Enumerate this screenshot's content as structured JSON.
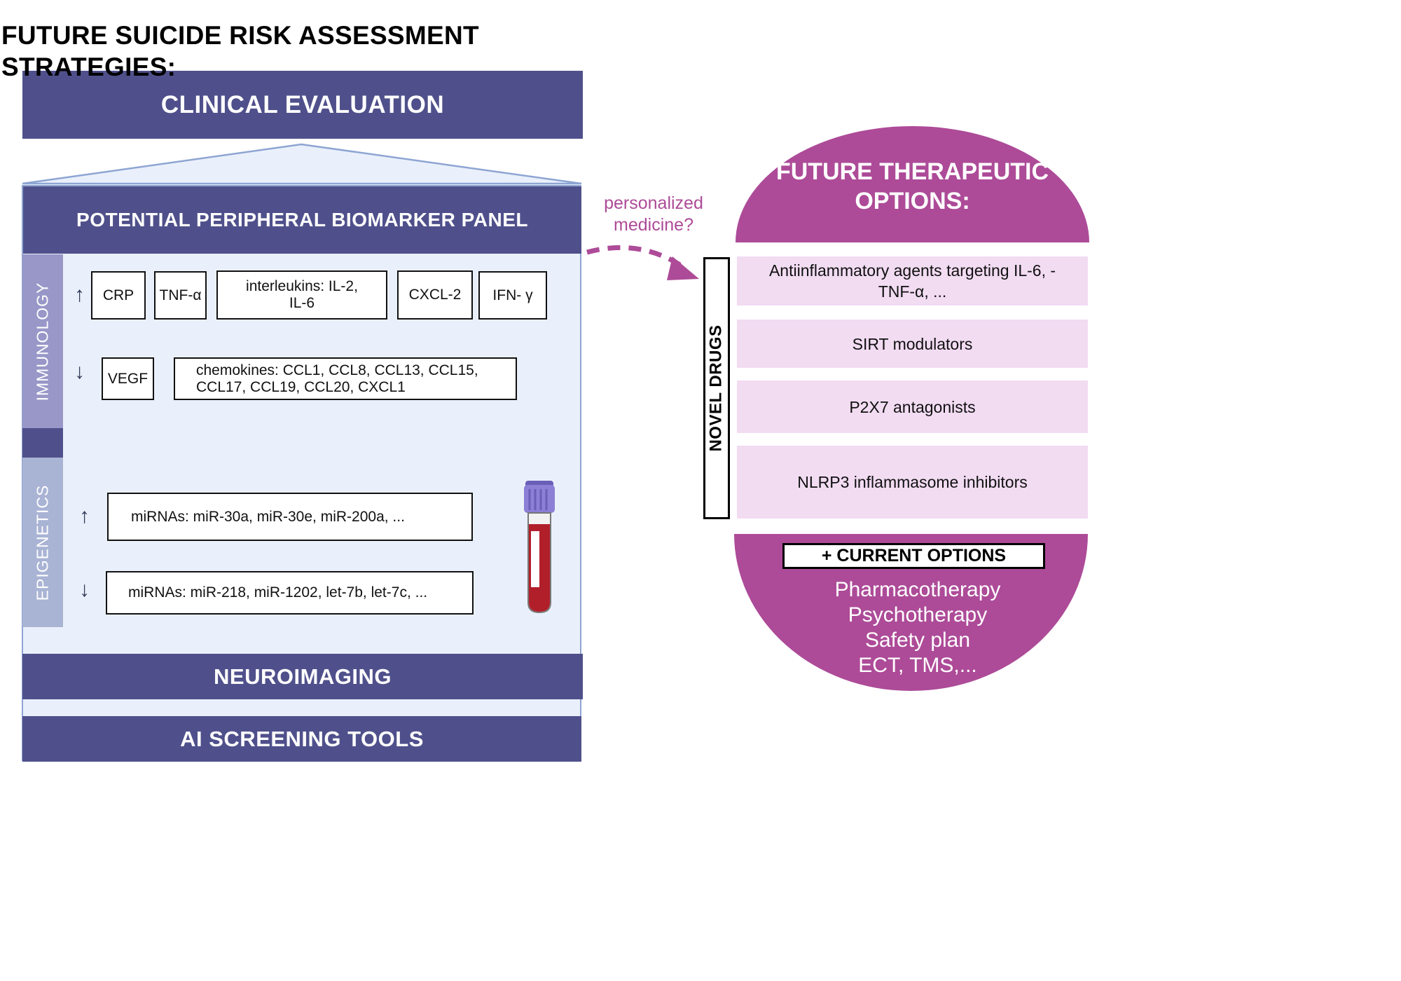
{
  "title": "FUTURE SUICIDE RISK ASSESSMENT STRATEGIES:",
  "left_column": {
    "clinical_evaluation": "CLINICAL EVALUATION",
    "biomarker_panel": "POTENTIAL PERIPHERAL BIOMARKER PANEL",
    "immunology": {
      "label": "IMMUNOLOGY",
      "up_arrow": "↑",
      "down_arrow": "↓",
      "increased": [
        "CRP",
        "TNF-α",
        "interleukins: IL-2, IL-6",
        "CXCL-2",
        "IFN- γ"
      ],
      "decreased": [
        "VEGF",
        "chemokines: CCL1, CCL8, CCL13, CCL15, CCL17, CCL19, CCL20, CXCL1"
      ]
    },
    "epigenetics": {
      "label": "EPIGENETICS",
      "up_arrow": "↑",
      "down_arrow": "↓",
      "increased": "miRNAs: miR-30a, miR-30e,  miR-200a, ...",
      "decreased": "miRNAs: miR-218, miR-1202, let-7b, let-7c, ..."
    },
    "neuroimaging": "NEUROIMAGING",
    "ai_tools": "AI SCREENING TOOLS",
    "blood_tube_icon": "blood-sample-tube"
  },
  "connector": {
    "label": "personalized medicine?"
  },
  "right_column": {
    "title": "FUTURE THERAPEUTIC OPTIONS:",
    "novel_drugs_label": "NOVEL DRUGS",
    "novel_drugs": [
      "Antiinflammatory agents targeting IL-6, -TNF-α, ...",
      "SIRT modulators",
      "P2X7 antagonists",
      "NLRP3 inflammasome inhibitors"
    ],
    "current_options_label": "+ CURRENT OPTIONS",
    "current_options": [
      "Pharmacotherapy",
      "Psychotherapy",
      "Safety plan",
      "ECT, TMS,..."
    ]
  },
  "colors": {
    "band_navy": "#4f508b",
    "panel_bg": "#eaf0fb",
    "panel_border": "#8ea5d3",
    "immunology_label": "#9897c8",
    "epigenetics_label": "#a9b3d4",
    "therapy_purple": "#ad4b98",
    "option_bg": "#f2dcf2"
  }
}
